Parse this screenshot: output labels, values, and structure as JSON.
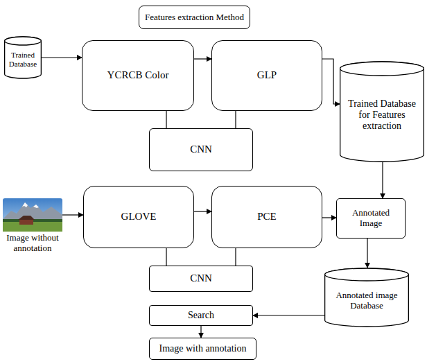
{
  "diagram": {
    "title": "Features extraction Method",
    "nodes": [
      {
        "text": [
          "Trained Database"
        ]
      },
      {
        "text": [
          "YCRCB Color"
        ]
      },
      {
        "text": [
          "GLP"
        ]
      },
      {
        "text": [
          "Trained Database for Features extraction"
        ]
      },
      {
        "text": [
          "CNN"
        ]
      },
      {
        "text": [
          "Image without annotation"
        ]
      },
      {
        "text": [
          "GLOVE"
        ]
      },
      {
        "text": [
          "PCE"
        ]
      },
      {
        "text": [
          "Annotated Image"
        ]
      },
      {
        "text": [
          "CNN"
        ]
      },
      {
        "text": [
          "Annotated image Database"
        ]
      },
      {
        "text": [
          "Search"
        ]
      },
      {
        "text": [
          "Image with annotation"
        ]
      }
    ],
    "edges": [
      {
        "from": 0,
        "to": 1,
        "arrow": "to"
      },
      {
        "from": 1,
        "to": 2,
        "arrow": "to"
      },
      {
        "from": 2,
        "to": 3,
        "arrow": "to"
      },
      {
        "from": 1,
        "to": 4,
        "arrow": "none"
      },
      {
        "from": 2,
        "to": 4,
        "arrow": "none"
      },
      {
        "from": 3,
        "to": 8,
        "arrow": "to"
      },
      {
        "from": 5,
        "to": 6,
        "arrow": "to"
      },
      {
        "from": 6,
        "to": 7,
        "arrow": "to"
      },
      {
        "from": 7,
        "to": 8,
        "arrow": "to"
      },
      {
        "from": 6,
        "to": 9,
        "arrow": "none"
      },
      {
        "from": 7,
        "to": 9,
        "arrow": "none"
      },
      {
        "from": 8,
        "to": 10,
        "arrow": "to"
      },
      {
        "from": 10,
        "to": 11,
        "arrow": "to"
      },
      {
        "from": 11,
        "to": 12,
        "arrow": "to"
      }
    ]
  }
}
